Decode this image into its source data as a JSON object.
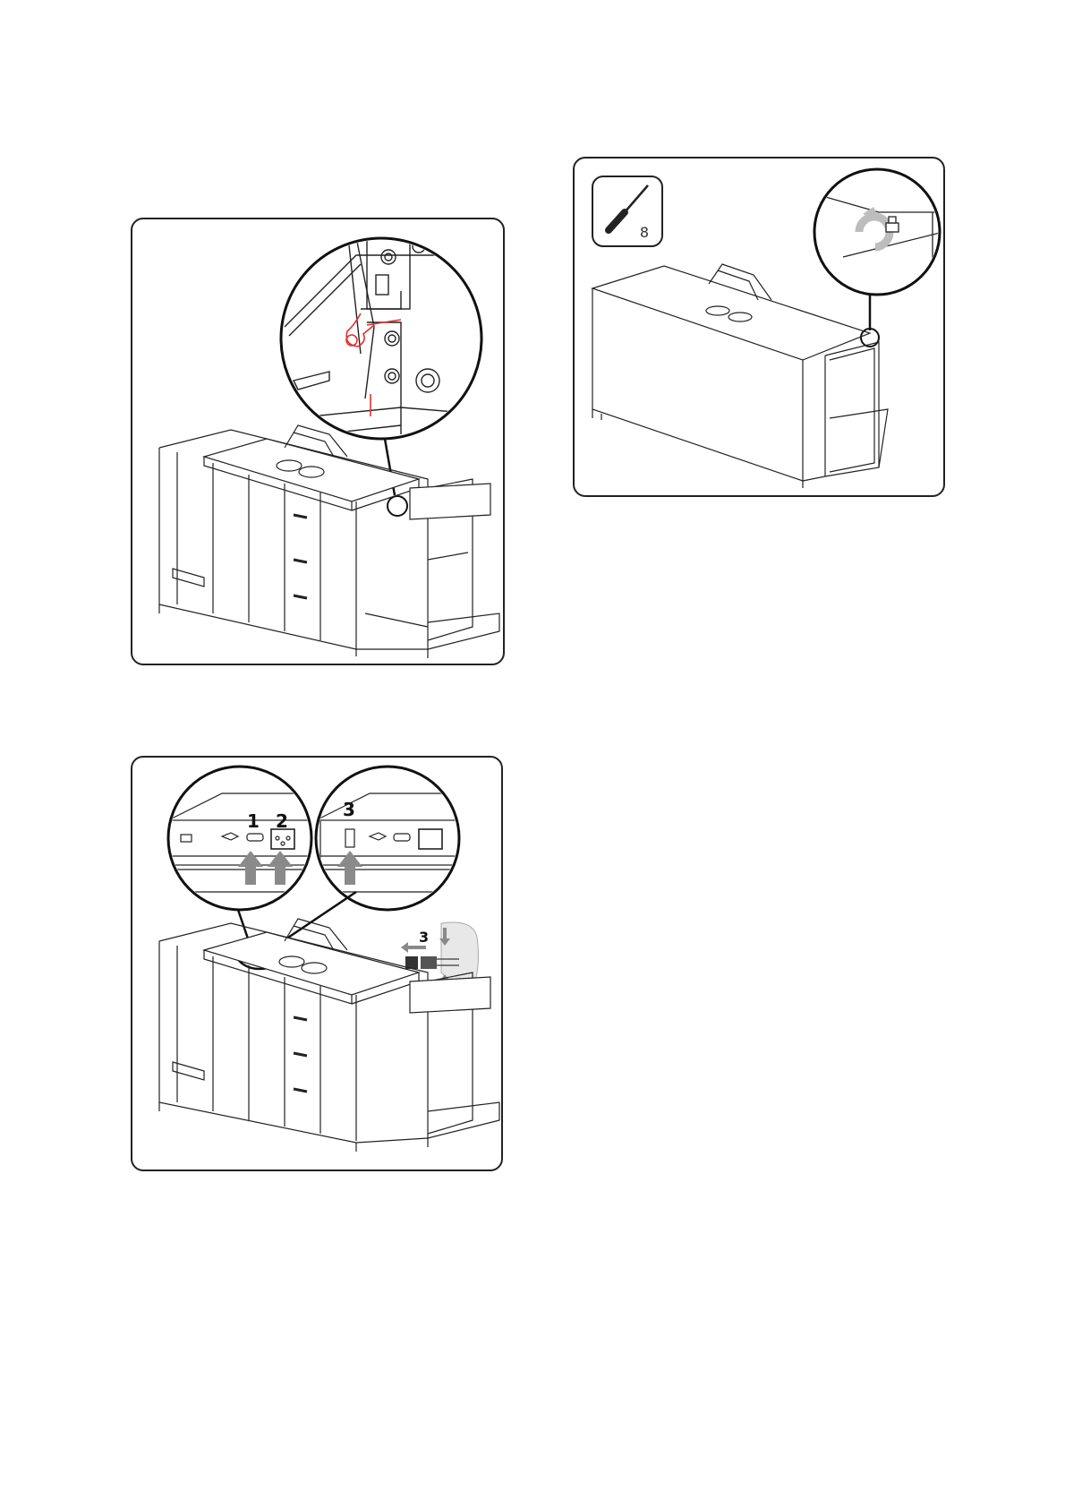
{
  "panels": [
    {
      "id": "panel-remove-cover",
      "description_labels": []
    },
    {
      "id": "panel-screw-top"
    },
    {
      "id": "panel-connectors"
    }
  ],
  "tool": {
    "icon": "screwdriver-icon",
    "size_label": "8"
  },
  "callouts": {
    "label_1": "1",
    "label_2": "2",
    "label_3a": "3",
    "label_3b": "3"
  },
  "colors": {
    "outline": "#222222",
    "highlight": "#e0312f",
    "arrow": "#8a8a8a"
  }
}
